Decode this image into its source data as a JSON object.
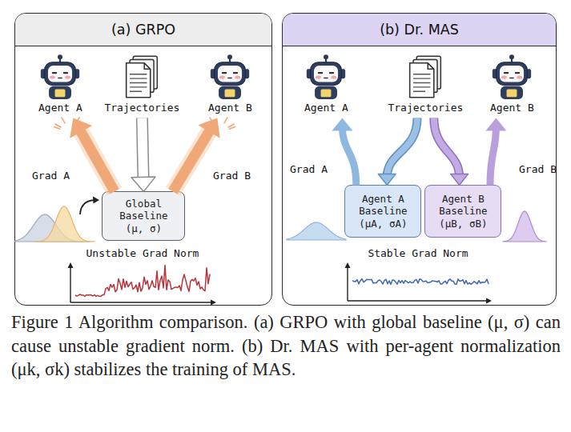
{
  "diagram": {
    "caption": "Figure 1 Algorithm comparison. (a) GRPO with global baseline (μ, σ) can cause unstable gradient norm. (b) Dr. MAS with per-agent normalization (μk, σk) stabilizes the training of MAS.",
    "nodes": [
      {
        "text": [
          "(a) GRPO"
        ]
      },
      {
        "text": [
          "Agent A"
        ],
        "in": 0
      },
      {
        "text": [
          "Trajectories"
        ],
        "in": 0
      },
      {
        "text": [
          "Agent B"
        ],
        "in": 0
      },
      {
        "text": [
          "Global Baseline",
          "(μ, σ)"
        ],
        "in": 0
      },
      {
        "text": [
          "(b) Dr. MAS"
        ]
      },
      {
        "text": [
          "Agent A"
        ],
        "in": 5
      },
      {
        "text": [
          "Trajectories"
        ],
        "in": 5
      },
      {
        "text": [
          "Agent B"
        ],
        "in": 5
      },
      {
        "text": [
          "Agent A Baseline",
          "(μA, σA)"
        ],
        "in": 5
      },
      {
        "text": [
          "Agent B Baseline",
          "(μB, σB)"
        ],
        "in": 5
      }
    ],
    "edges": [
      {
        "from": 2,
        "to": 4,
        "arrow": "to"
      },
      {
        "from": 4,
        "to": 1,
        "label": "Grad A",
        "arrow": "to"
      },
      {
        "from": 4,
        "to": 3,
        "label": "Grad B",
        "arrow": "to"
      },
      {
        "from": 7,
        "to": 9,
        "arrow": "to"
      },
      {
        "from": 7,
        "to": 10,
        "arrow": "to"
      },
      {
        "from": 9,
        "to": 6,
        "label": "Grad A",
        "arrow": "to"
      },
      {
        "from": 10,
        "to": 8,
        "label": "Grad B",
        "arrow": "to"
      }
    ],
    "labels": [
      "Unstable Grad Norm",
      "Stable Grad Norm"
    ]
  }
}
